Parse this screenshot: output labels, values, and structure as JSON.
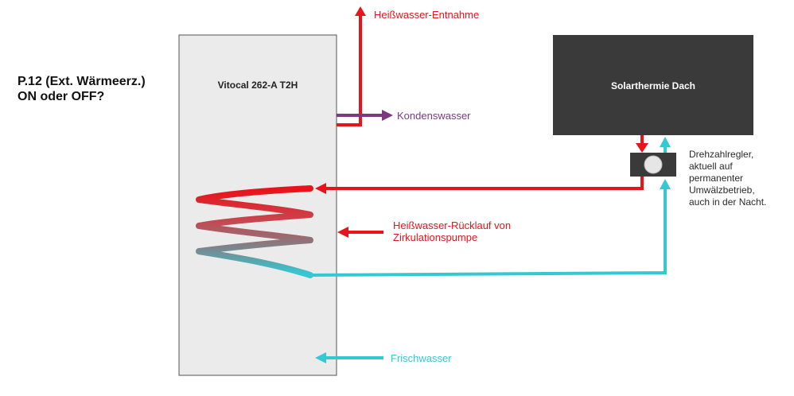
{
  "question": {
    "line1": "P.12 (Ext. Wärmeerz.)",
    "line2": "ON oder OFF?"
  },
  "tank": {
    "label": "Vitocal 262-A T2H"
  },
  "solar_panel": {
    "label": "Solarthermie Dach"
  },
  "controller_note": {
    "line1": "Drehzahlregler,",
    "line2": "aktuell auf",
    "line3": "permanenter",
    "line4": "Umwälzbetrieb,",
    "line5": "auch in der Nacht."
  },
  "flows": {
    "hot_water_outlet": "Heißwasser-Entnahme",
    "condensate": "Kondenswasser",
    "circulation_return_line1": "Heißwasser-Rücklauf von",
    "circulation_return_line2": "Zirkulationspumpe",
    "fresh_water": "Frischwasser"
  },
  "colors": {
    "hot": "#e8141c",
    "cold": "#33c9d3",
    "condensate": "#7b3a80",
    "panel": "#3a3a3a",
    "tank_fill": "#ebebeb",
    "tank_border": "#555555",
    "text": "#111111",
    "note_text": "#2a2a2a"
  }
}
